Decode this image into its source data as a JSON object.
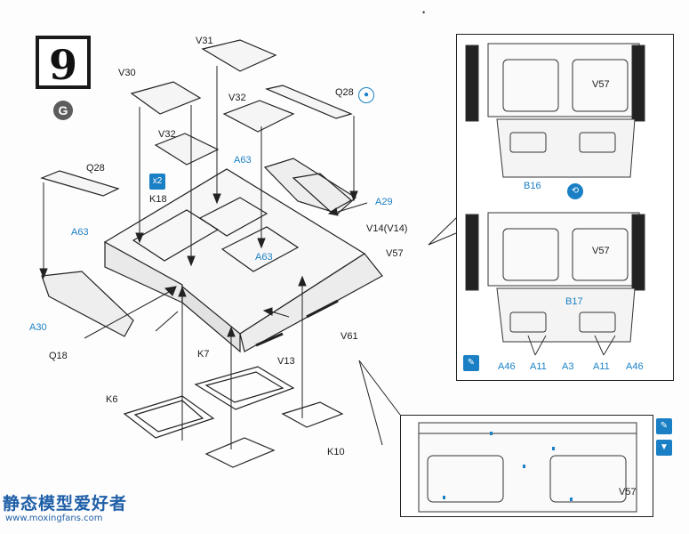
{
  "step": {
    "number": "9",
    "badge": "G"
  },
  "labels": {
    "v31": "V31",
    "v30": "V30",
    "v32a": "V32",
    "v32b": "V32",
    "q28_top": "Q28",
    "q28_left": "Q28",
    "a63_a": "A63",
    "a63_b": "A63",
    "a63_c": "A63",
    "k18": "K18",
    "x12": "x2",
    "a29": "A29",
    "v14": "V14(V14)",
    "v57_main": "V57",
    "a30": "A30",
    "q18": "Q18",
    "v61": "V61",
    "v13": "V13",
    "k7": "K7",
    "k6": "K6",
    "k10": "K10"
  },
  "inset_top": {
    "v57": "V57",
    "b16": "B16"
  },
  "inset_mid": {
    "v57": "V57",
    "b17": "B17",
    "a46_l": "A46",
    "a11_l": "A11",
    "a3": "A3",
    "a11_r": "A11",
    "a46_r": "A46"
  },
  "inset_bottom": {
    "v57": "V57"
  },
  "watermark": {
    "text": "静态模型爱好者",
    "url": "www.moxingfans.com"
  },
  "icons": [
    "glue-drop-icon",
    "rotate-view-icon",
    "paint-icon",
    "paint-icon",
    "cut-icon"
  ]
}
